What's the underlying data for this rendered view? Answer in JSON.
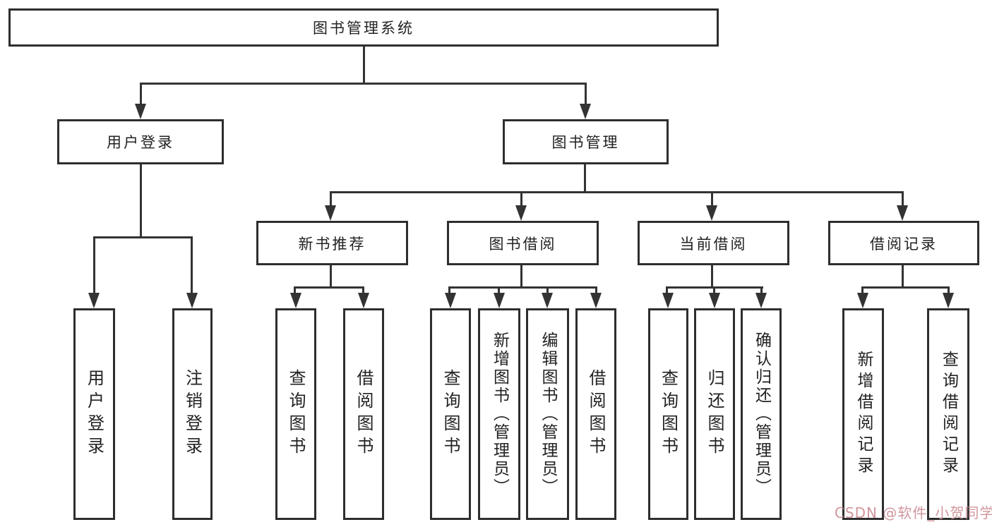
{
  "colors": {
    "line": "#333333",
    "box_border": "#2e2e2e",
    "text": "#222222",
    "watermark": "#c98790",
    "background": "#ffffff"
  },
  "tree": {
    "root": "图书管理系统",
    "branches": [
      {
        "label": "用户登录",
        "children": [
          "用户登录",
          "注销登录"
        ]
      },
      {
        "label": "图书管理",
        "groups": [
          {
            "label": "新书推荐",
            "children": [
              "查询图书",
              "借阅图书"
            ]
          },
          {
            "label": "图书借阅",
            "children": [
              "查询图书",
              "新增图书（管理员）",
              "编辑图书（管理员）",
              "借阅图书"
            ]
          },
          {
            "label": "当前借阅",
            "children": [
              "查询图书",
              "归还图书",
              "确认归还（管理员）"
            ]
          },
          {
            "label": "借阅记录",
            "children": [
              "新增借阅记录",
              "查询借阅记录"
            ]
          }
        ]
      }
    ]
  },
  "watermark": "CSDN @软件_小贺同学"
}
